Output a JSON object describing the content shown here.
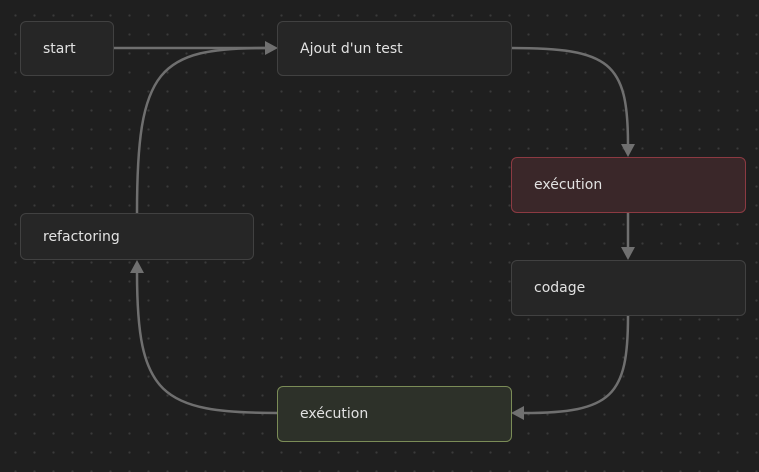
{
  "diagram": {
    "nodes": [
      {
        "id": "start",
        "label": "start",
        "style": "default"
      },
      {
        "id": "ajout",
        "label": "Ajout d'un test",
        "style": "default"
      },
      {
        "id": "execution_fail",
        "label": "exécution",
        "style": "red"
      },
      {
        "id": "codage",
        "label": "codage",
        "style": "default"
      },
      {
        "id": "execution_pass",
        "label": "exécution",
        "style": "green"
      },
      {
        "id": "refactoring",
        "label": "refactoring",
        "style": "default"
      }
    ],
    "edges": [
      {
        "from": "start",
        "to": "ajout"
      },
      {
        "from": "ajout",
        "to": "execution_fail"
      },
      {
        "from": "execution_fail",
        "to": "codage"
      },
      {
        "from": "codage",
        "to": "execution_pass"
      },
      {
        "from": "execution_pass",
        "to": "refactoring"
      },
      {
        "from": "refactoring",
        "to": "ajout"
      }
    ],
    "colors": {
      "background": "#1f1f1f",
      "node_fill": "#262626",
      "node_border": "#414141",
      "fail_fill": "#3a2729",
      "fail_border": "#8c3a42",
      "pass_fill": "#2d3129",
      "pass_border": "#7b8c57",
      "edge": "#6f6f6f"
    }
  }
}
